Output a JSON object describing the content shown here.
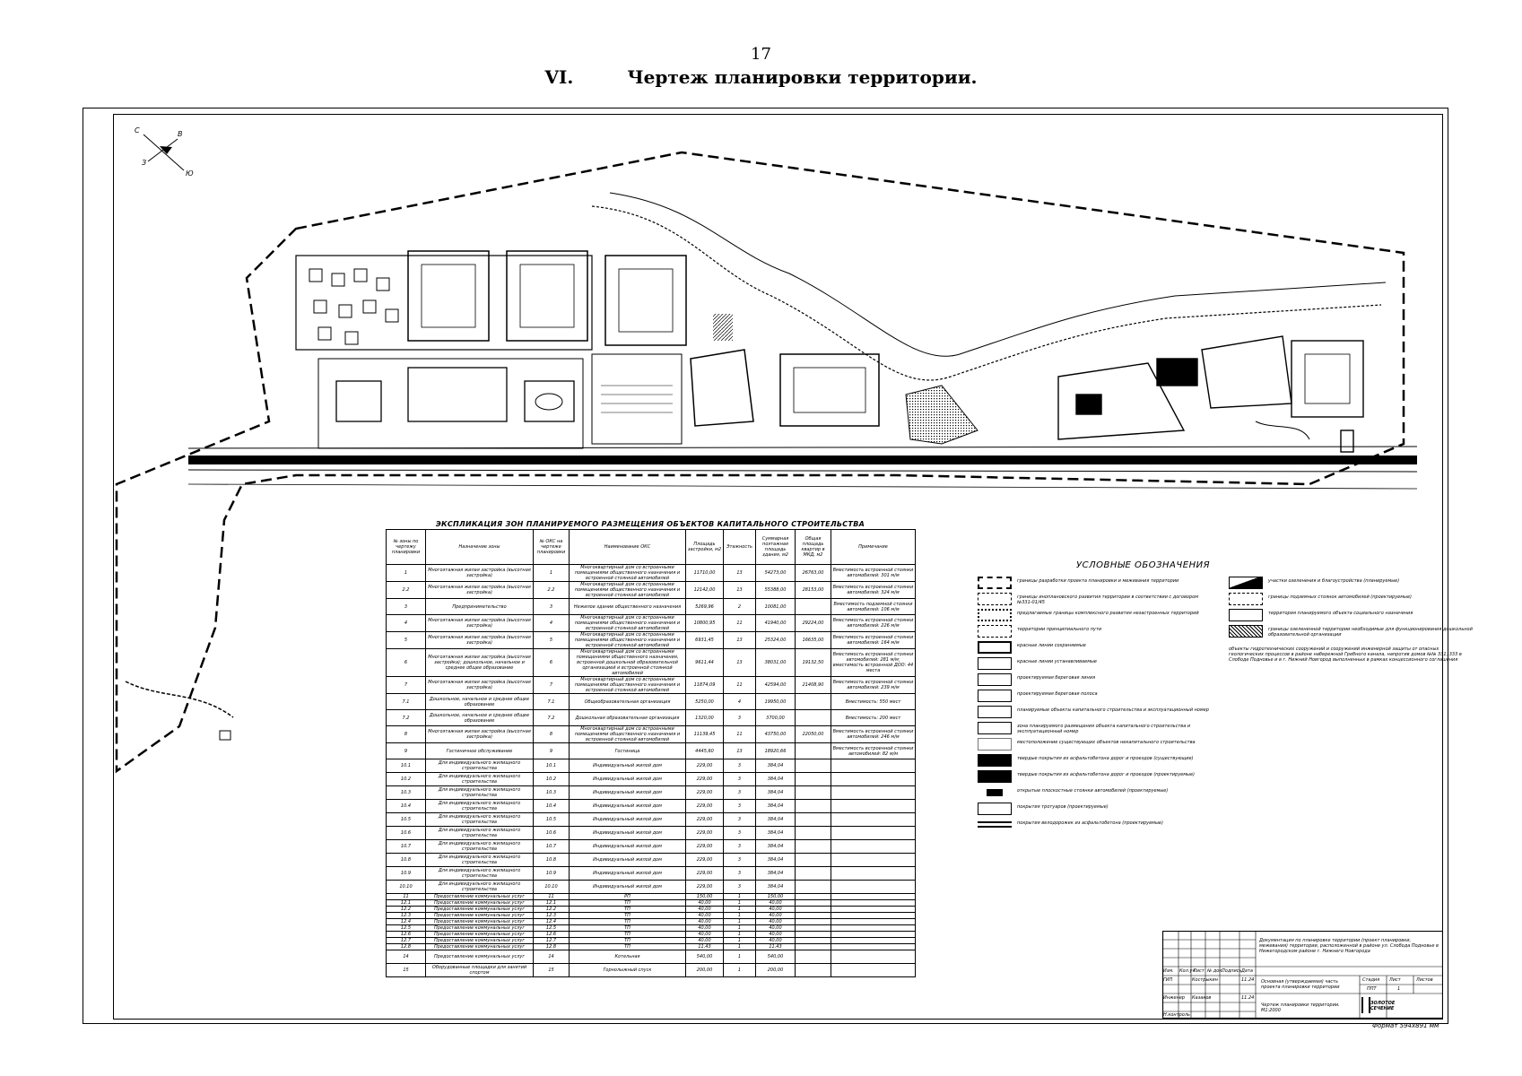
{
  "page": {
    "number": "17",
    "section_roman": "VI.",
    "section_title": "Чертеж планировки территории."
  },
  "compass": {
    "n": "С",
    "s": "Ю",
    "e": "В",
    "w": "З"
  },
  "explication": {
    "title": "ЭКСПЛИКАЦИЯ ЗОН ПЛАНИРУЕМОГО РАЗМЕЩЕНИЯ ОБЪЕКТОВ КАПИТАЛЬНОГО СТРОИТЕЛЬСТВА",
    "headers": [
      "№ зоны по чертежу планировки",
      "Назначение зоны",
      "№ ОКС на чертеже планировки",
      "Наименование ОКС",
      "Площадь застройки, м2",
      "Этажность",
      "Суммарная поэтажная площадь здания, м2",
      "Общая площадь квартир в МКД, м2",
      "Примечание"
    ],
    "rows": [
      {
        "zone": "1",
        "purpose": "Многоэтажная жилая застройка (высотная застройка)",
        "oks": "1",
        "name": "Многоквартирный дом со встроенными помещениями общественного назначения и встроенной стоянкой автомобилей",
        "area": "11710,00",
        "floors": "13",
        "total": "54273,00",
        "apt": "26763,00",
        "note": "Вместимость встроенной стоянки автомобилей: 301 м/м"
      },
      {
        "zone": "2.2",
        "purpose": "Многоэтажная жилая застройка (высотная застройка)",
        "oks": "2.2",
        "name": "Многоквартирный дом со встроенными помещениями общественного назначения и встроенной стоянкой автомобилей",
        "area": "12142,00",
        "floors": "13",
        "total": "55388,00",
        "apt": "28153,00",
        "note": "Вместимость встроенной стоянки автомобилей: 324 м/м"
      },
      {
        "zone": "3",
        "purpose": "Предпринимательство",
        "oks": "3",
        "name": "Нежилое здание общественного назначения",
        "area": "5269,96",
        "floors": "2",
        "total": "10081,00",
        "apt": "",
        "note": "Вместимость подземной стоянки автомобилей: 106 м/м"
      },
      {
        "zone": "4",
        "purpose": "Многоэтажная жилая застройка (высотная застройка)",
        "oks": "4",
        "name": "Многоквартирный дом со встроенными помещениями общественного назначения и встроенной стоянкой автомобилей",
        "area": "10800,95",
        "floors": "11",
        "total": "41940,00",
        "apt": "29224,00",
        "note": "Вместимость встроенной стоянки автомобилей: 226 м/м"
      },
      {
        "zone": "5",
        "purpose": "Многоэтажная жилая застройка (высотная застройка)",
        "oks": "5",
        "name": "Многоквартирный дом со встроенными помещениями общественного назначения и встроенной стоянкой автомобилей",
        "area": "6931,45",
        "floors": "13",
        "total": "25324,00",
        "apt": "16635,00",
        "note": "Вместимость встроенной стоянки автомобилей: 164 м/м"
      },
      {
        "zone": "6",
        "purpose": "Многоэтажная жилая застройка (высотная застройка); дошкольное, начальное и среднее общее образование",
        "oks": "6",
        "name": "Многоквартирный дом со встроенными помещениями общественного назначения, встроенной дошкольной образовательной организацией и встроенной стоянкой автомобилей",
        "area": "9611,44",
        "floors": "13",
        "total": "38031,00",
        "apt": "19132,50",
        "note": "Вместимость встроенной стоянки автомобилей: 281 м/м; вместимость встроенной ДОО: 44 места"
      },
      {
        "zone": "7",
        "purpose": "Многоэтажная жилая застройка (высотная застройка)",
        "oks": "7",
        "name": "Многоквартирный дом со встроенными помещениями общественного назначения и встроенной стоянкой автомобилей",
        "area": "11874,09",
        "floors": "11",
        "total": "42594,00",
        "apt": "21408,90",
        "note": "Вместимость встроенной стоянки автомобилей: 239 м/м"
      },
      {
        "zone": "7.1",
        "purpose": "Дошкольное, начальное и среднее общее образование",
        "oks": "7.1",
        "name": "Общеобразовательная организация",
        "area": "5250,00",
        "floors": "4",
        "total": "19950,00",
        "apt": "",
        "note": "Вместимость: 550 мест"
      },
      {
        "zone": "7.2",
        "purpose": "Дошкольное, начальное и среднее общее образование",
        "oks": "7.2",
        "name": "Дошкольная образовательная организация",
        "area": "1320,00",
        "floors": "3",
        "total": "3700,00",
        "apt": "",
        "note": "Вместимость: 200 мест"
      },
      {
        "zone": "8",
        "purpose": "Многоэтажная жилая застройка (высотная застройка)",
        "oks": "8",
        "name": "Многоквартирный дом со встроенными помещениями общественного назначения и встроенной стоянкой автомобилей",
        "area": "11139,45",
        "floors": "11",
        "total": "43750,00",
        "apt": "22050,00",
        "note": "Вместимость встроенной стоянки автомобилей: 246 м/м"
      },
      {
        "zone": "9",
        "purpose": "Гостиничное обслуживание",
        "oks": "9",
        "name": "Гостиница",
        "area": "4445,60",
        "floors": "13",
        "total": "18920,66",
        "apt": "",
        "note": "Вместимость встроенной стоянки автомобилей: 82 м/м"
      },
      {
        "zone": "10.1",
        "purpose": "Для индивидуального жилищного строительства",
        "oks": "10.1",
        "name": "Индивидуальный жилой дом",
        "area": "229,00",
        "floors": "3",
        "total": "384,04",
        "apt": "",
        "note": ""
      },
      {
        "zone": "10.2",
        "purpose": "Для индивидуального жилищного строительства",
        "oks": "10.2",
        "name": "Индивидуальный жилой дом",
        "area": "229,00",
        "floors": "3",
        "total": "384,04",
        "apt": "",
        "note": ""
      },
      {
        "zone": "10.3",
        "purpose": "Для индивидуального жилищного строительства",
        "oks": "10.3",
        "name": "Индивидуальный жилой дом",
        "area": "229,00",
        "floors": "3",
        "total": "384,04",
        "apt": "",
        "note": ""
      },
      {
        "zone": "10.4",
        "purpose": "Для индивидуального жилищного строительства",
        "oks": "10.4",
        "name": "Индивидуальный жилой дом",
        "area": "229,00",
        "floors": "3",
        "total": "384,04",
        "apt": "",
        "note": ""
      },
      {
        "zone": "10.5",
        "purpose": "Для индивидуального жилищного строительства",
        "oks": "10.5",
        "name": "Индивидуальный жилой дом",
        "area": "229,00",
        "floors": "3",
        "total": "384,04",
        "apt": "",
        "note": ""
      },
      {
        "zone": "10.6",
        "purpose": "Для индивидуального жилищного строительства",
        "oks": "10.6",
        "name": "Индивидуальный жилой дом",
        "area": "229,00",
        "floors": "3",
        "total": "384,04",
        "apt": "",
        "note": ""
      },
      {
        "zone": "10.7",
        "purpose": "Для индивидуального жилищного строительства",
        "oks": "10.7",
        "name": "Индивидуальный жилой дом",
        "area": "229,00",
        "floors": "3",
        "total": "384,04",
        "apt": "",
        "note": ""
      },
      {
        "zone": "10.8",
        "purpose": "Для индивидуального жилищного строительства",
        "oks": "10.8",
        "name": "Индивидуальный жилой дом",
        "area": "229,00",
        "floors": "3",
        "total": "384,04",
        "apt": "",
        "note": ""
      },
      {
        "zone": "10.9",
        "purpose": "Для индивидуального жилищного строительства",
        "oks": "10.9",
        "name": "Индивидуальный жилой дом",
        "area": "229,00",
        "floors": "3",
        "total": "384,04",
        "apt": "",
        "note": ""
      },
      {
        "zone": "10.10",
        "purpose": "Для индивидуального жилищного строительства",
        "oks": "10.10",
        "name": "Индивидуальный жилой дом",
        "area": "229,00",
        "floors": "3",
        "total": "384,04",
        "apt": "",
        "note": ""
      },
      {
        "zone": "11",
        "purpose": "Предоставление коммунальных услуг",
        "oks": "11",
        "name": "РП",
        "area": "150,00",
        "floors": "1",
        "total": "150,00",
        "apt": "",
        "note": ""
      },
      {
        "zone": "12.1",
        "purpose": "Предоставление коммунальных услуг",
        "oks": "12.1",
        "name": "ТП",
        "area": "40,00",
        "floors": "1",
        "total": "40,00",
        "apt": "",
        "note": ""
      },
      {
        "zone": "12.2",
        "purpose": "Предоставление коммунальных услуг",
        "oks": "12.2",
        "name": "ТП",
        "area": "40,00",
        "floors": "1",
        "total": "40,00",
        "apt": "",
        "note": ""
      },
      {
        "zone": "12.3",
        "purpose": "Предоставление коммунальных услуг",
        "oks": "12.3",
        "name": "ТП",
        "area": "40,00",
        "floors": "1",
        "total": "40,00",
        "apt": "",
        "note": ""
      },
      {
        "zone": "12.4",
        "purpose": "Предоставление коммунальных услуг",
        "oks": "12.4",
        "name": "ТП",
        "area": "40,00",
        "floors": "1",
        "total": "40,00",
        "apt": "",
        "note": ""
      },
      {
        "zone": "12.5",
        "purpose": "Предоставление коммунальных услуг",
        "oks": "12.5",
        "name": "ТП",
        "area": "40,00",
        "floors": "1",
        "total": "40,00",
        "apt": "",
        "note": ""
      },
      {
        "zone": "12.6",
        "purpose": "Предоставление коммунальных услуг",
        "oks": "12.6",
        "name": "ТП",
        "area": "40,00",
        "floors": "1",
        "total": "40,00",
        "apt": "",
        "note": ""
      },
      {
        "zone": "12.7",
        "purpose": "Предоставление коммунальных услуг",
        "oks": "12.7",
        "name": "ТП",
        "area": "40,00",
        "floors": "1",
        "total": "40,00",
        "apt": "",
        "note": ""
      },
      {
        "zone": "12.8",
        "purpose": "Предоставление коммунальных услуг",
        "oks": "12.8",
        "name": "ТП",
        "area": "11,43",
        "floors": "1",
        "total": "11,43",
        "apt": "",
        "note": ""
      },
      {
        "zone": "14",
        "purpose": "Предоставление коммунальных услуг",
        "oks": "14",
        "name": "Котельная",
        "area": "540,00",
        "floors": "1",
        "total": "540,00",
        "apt": "",
        "note": ""
      },
      {
        "zone": "15",
        "purpose": "Оборудованные площадки для занятий спортом",
        "oks": "15",
        "name": "Горнолыжный спуск",
        "area": "200,00",
        "floors": "1",
        "total": "200,00",
        "apt": "",
        "note": ""
      }
    ]
  },
  "legend": {
    "title": "УСЛОВНЫЕ ОБОЗНАЧЕНИЯ",
    "left": [
      "границы разработки проекта планировки и межевания территории",
      "границы иноплановского развития территории в соответствии с договором №331-01/45",
      "предлагаемые границы комплексного развития незастроенных территорий",
      "территории принципиального пути",
      "красные линии сохраняемые",
      "красные линии устанавливаемые",
      "проектируемая береговая линия",
      "проектируемая береговая полоса",
      "планируемые объекты капитального строительства и эксплуатационный номер",
      "зона планируемого размещения объекта капитального строительства и эксплуатационный номер",
      "местоположение существующих объектов некапитального строительства",
      "твердые покрытия из асфальтобетона дорог и проездов (существующие)",
      "твердые покрытия из асфальтобетона дорог и проездов (проектируемые)",
      "открытые плоскостные стоянки автомобилей (проектируемые)",
      "покрытия тротуаров (проектируемые)",
      "покрытия велодорожек из асфальтобетона (проектируемые)"
    ],
    "right": [
      "участки озеленения и благоустройства (планируемые)",
      "границы подземных стоянок автомобилей (проектируемые)",
      "территория планируемого объекта социального назначения",
      "границы озелененной территории необходимые для функционирования дошкольной образовательной организации",
      "объекты гидротехнических сооружений и сооружений инженерной защиты от опасных геологических процессов в районе набережной Гребного канала, напротив домов №№ 331, 333 в Слободе Подновье и в г. Нижний Новгород выполненных в рамках концессионного соглашения"
    ]
  },
  "stamp": {
    "description": "Документация по планировке территории (проект планировки, межевания) территории, расположенной в районе ул. Слобода Подновье в Нижегородском районе г. Нижнего Новгорода",
    "headers": [
      "Изм.",
      "Кол.уч",
      "Лист",
      "№ док.",
      "Подпись",
      "Дата"
    ],
    "rows": [
      {
        "role": "ГИП",
        "name": "Кострыкин",
        "date": "11.24"
      },
      {
        "role": "Инженер",
        "name": "Казаков",
        "date": "11.24"
      },
      {
        "role": "Н.контроль",
        "name": "",
        "date": ""
      }
    ],
    "section": "Основная (утверждаемая) часть проекта планировки территории",
    "stage_headers": [
      "Стадия",
      "Лист",
      "Листов"
    ],
    "stage_values": [
      "ППТ",
      "1",
      ""
    ],
    "sheet_title": "Чертеж планировки территории. М1:2000",
    "company": "ЗОЛОТОЕ СЕЧЕНИЕ",
    "format": "Формат 594х891 мм"
  }
}
